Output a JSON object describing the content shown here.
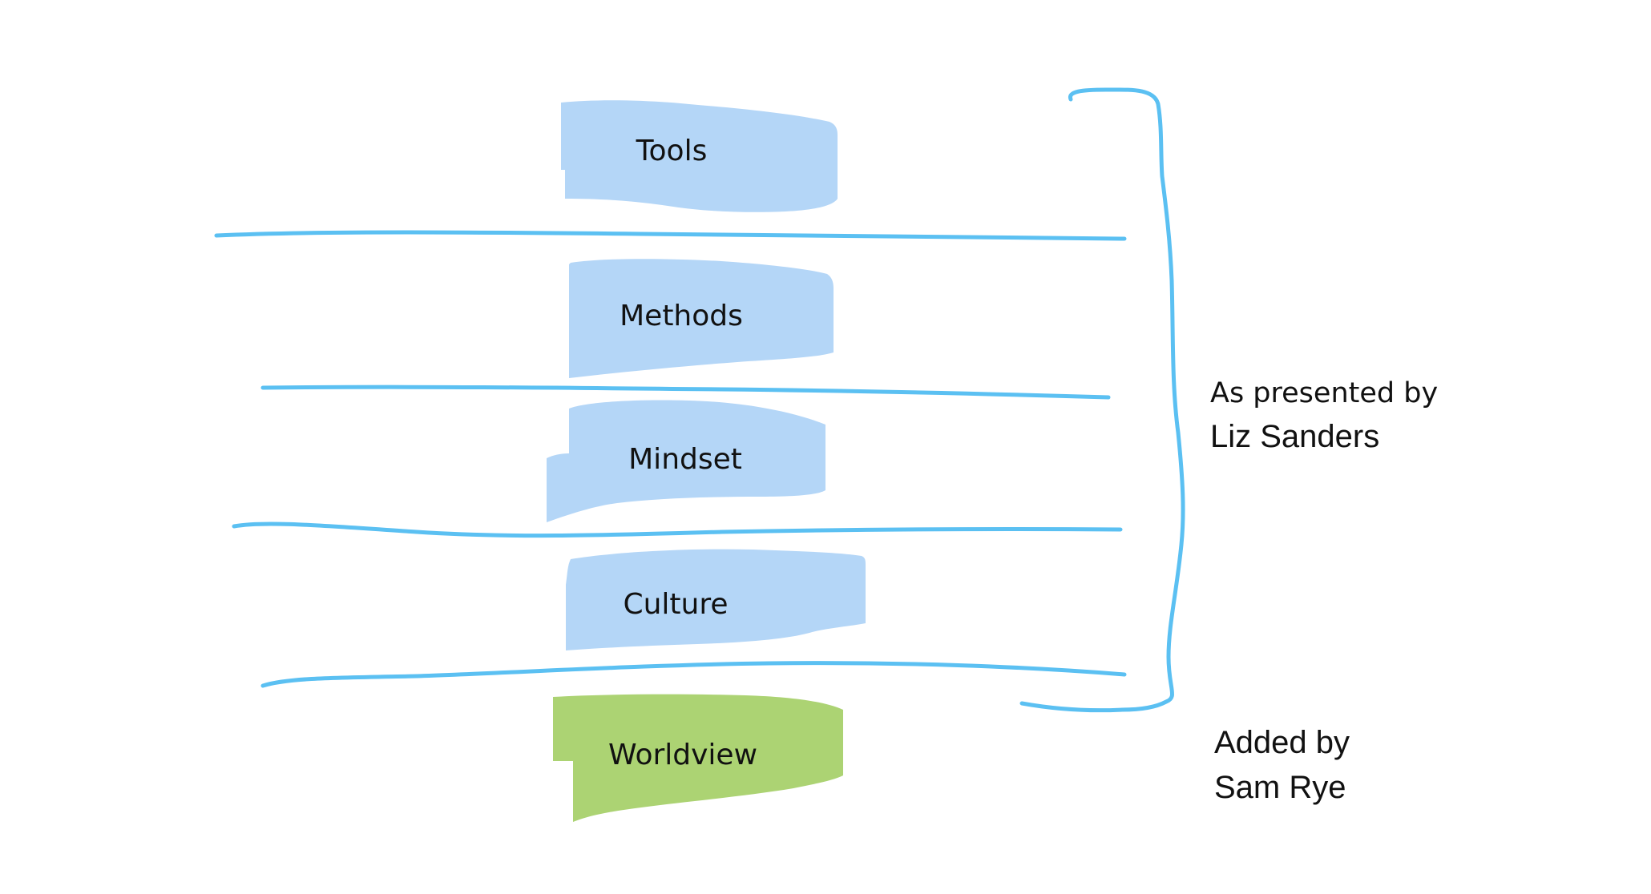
{
  "layers": {
    "tools": "Tools",
    "methods": "Methods",
    "mindset": "Mindset",
    "culture": "Culture",
    "worldview": "Worldview"
  },
  "annotations": {
    "presented_line1": "As presented by",
    "presented_line2": "Liz Sanders",
    "added_line1": "Added by",
    "added_line2": "Sam Rye"
  },
  "colors": {
    "layer_blue": "#b4d6f7",
    "layer_green": "#acd373",
    "stroke_blue": "#5bc0f2"
  }
}
